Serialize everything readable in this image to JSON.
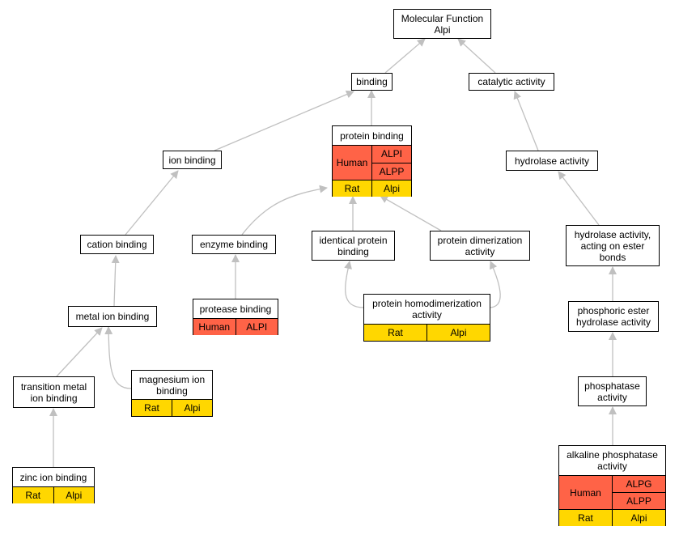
{
  "colors": {
    "human": "#ff6347",
    "rat": "#ffd700",
    "edge": "#c0c0c0"
  },
  "nodes": {
    "mf": "Molecular Function\nAlpi",
    "binding": "binding",
    "catalytic": "catalytic activity",
    "protein_binding": {
      "label": "protein binding",
      "species1": "Human",
      "genes1": [
        "ALPI",
        "ALPP"
      ],
      "species2": "Rat",
      "genes2": [
        "Alpi"
      ]
    },
    "ion_binding": "ion binding",
    "hydrolase": "hydrolase activity",
    "cation_binding": "cation binding",
    "enzyme_binding": "enzyme binding",
    "identical_protein_binding": "identical protein\nbinding",
    "protein_dimerization": "protein dimerization\nactivity",
    "hydrolase_ester": "hydrolase activity,\nacting on ester\nbonds",
    "protease_binding": {
      "label": "protease binding",
      "species1": "Human",
      "genes1": [
        "ALPI"
      ]
    },
    "protein_homodimerization": {
      "label": "protein homodimerization\nactivity",
      "species2": "Rat",
      "genes2": [
        "Alpi"
      ]
    },
    "metal_ion_binding": "metal ion binding",
    "phosphoric_ester": "phosphoric ester\nhydrolase activity",
    "transition_metal": "transition metal\nion binding",
    "magnesium": {
      "label": "magnesium ion\nbinding",
      "species2": "Rat",
      "genes2": [
        "Alpi"
      ]
    },
    "phosphatase": "phosphatase\nactivity",
    "zinc": {
      "label": "zinc ion binding",
      "species2": "Rat",
      "genes2": [
        "Alpi"
      ]
    },
    "alkaline": {
      "label": "alkaline phosphatase\nactivity",
      "species1": "Human",
      "genes1": [
        "ALPG",
        "ALPP"
      ],
      "species2": "Rat",
      "genes2": [
        "Alpi"
      ]
    }
  }
}
